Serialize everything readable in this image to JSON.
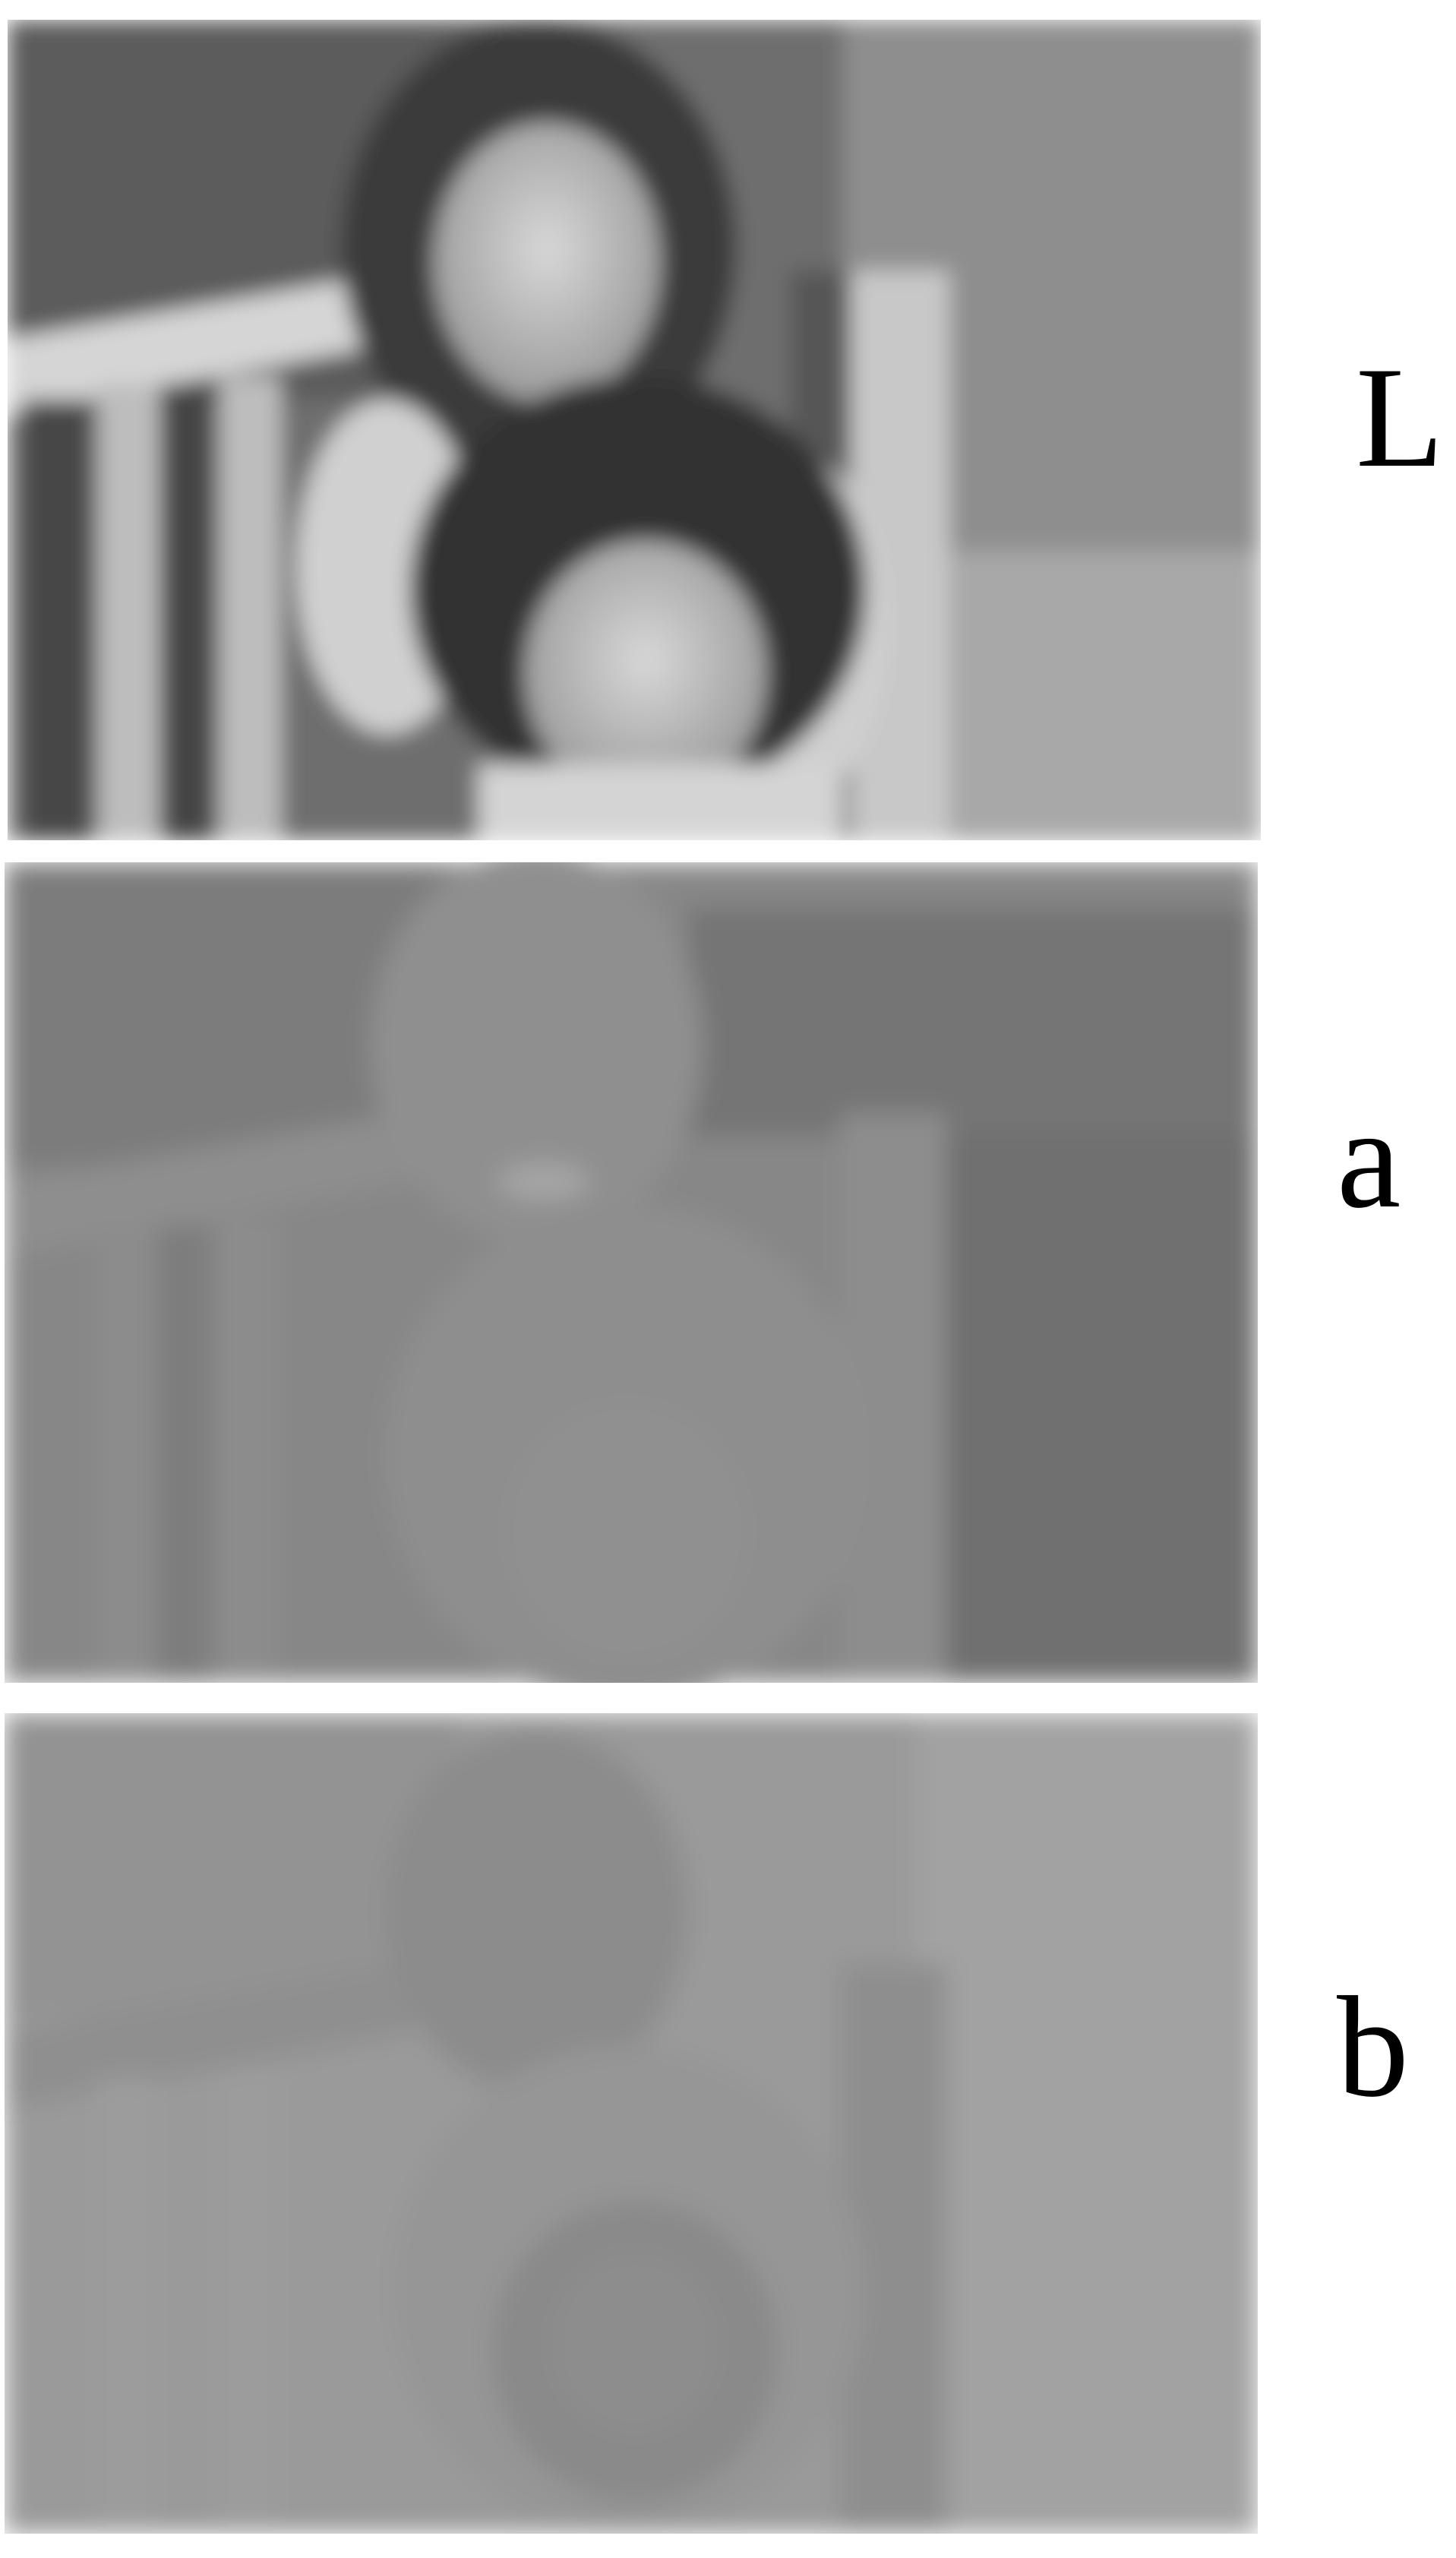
{
  "panels": [
    {
      "channel": "L",
      "shade_base": "#7f7f7f"
    },
    {
      "channel": "a",
      "shade_base": "#8a8a8a"
    },
    {
      "channel": "b",
      "shade_base": "#9a9a9a"
    }
  ],
  "colors": {
    "background": "#ffffff",
    "label": "#000000"
  }
}
